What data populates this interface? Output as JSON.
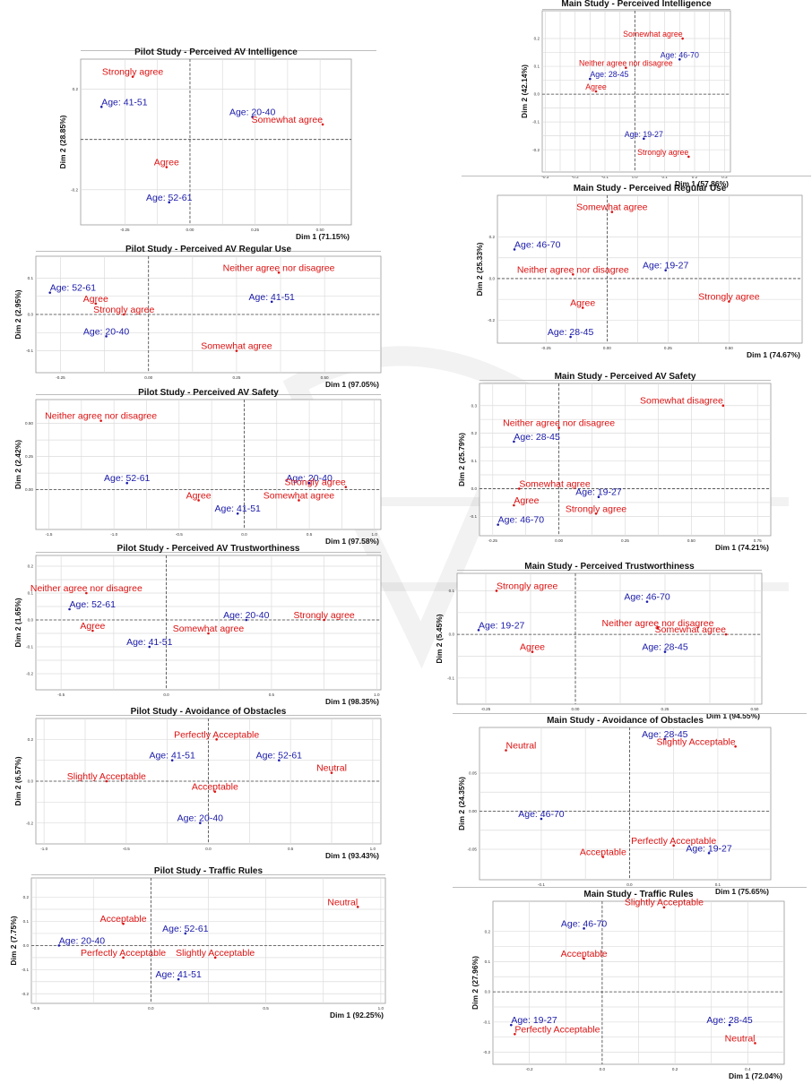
{
  "colors": {
    "row": "#1a1aaa",
    "col": "#dd1111",
    "grid": "#dcdcdc",
    "frame": "#9a9a9a",
    "tick": "#333333"
  },
  "chart_data": [
    {
      "id": "pilot-intelligence",
      "type": "scatter",
      "title": "Pilot Study - Perceived AV Intelligence",
      "xlabel": "Dim 1 (71.15%)",
      "ylabel": "Dim 2 (28.85%)",
      "xlim": [
        -0.42,
        0.62
      ],
      "ylim": [
        -0.34,
        0.32
      ],
      "xticks": [
        -0.25,
        0.0,
        0.25,
        0.5
      ],
      "xticklabels": [
        "-0.25",
        "0.00",
        "0.25",
        "0.50"
      ],
      "yticks": [
        -0.2,
        0.2
      ],
      "yticklabels": [
        "-0.2",
        "0.2"
      ],
      "grid": true,
      "row_points": [
        {
          "label": "Age: 41-51",
          "x": -0.34,
          "y": 0.13
        },
        {
          "label": "Age: 20-40",
          "x": 0.24,
          "y": 0.09
        },
        {
          "label": "Age: 52-61",
          "x": -0.08,
          "y": -0.25
        }
      ],
      "column_points": [
        {
          "label": "Strongly agree",
          "x": -0.22,
          "y": 0.25
        },
        {
          "label": "Somewhat agree",
          "x": 0.51,
          "y": 0.06
        },
        {
          "label": "Agree",
          "x": -0.09,
          "y": -0.11
        }
      ]
    },
    {
      "id": "pilot-regular-use",
      "type": "scatter",
      "title": "Pilot Study - Perceived AV Regular Use",
      "xlabel": "Dim 1 (97.05%)",
      "ylabel": "Dim 2 (2.95%)",
      "xlim": [
        -0.32,
        0.66
      ],
      "ylim": [
        -0.16,
        0.16
      ],
      "xticks": [
        -0.25,
        0.0,
        0.25,
        0.5
      ],
      "xticklabels": [
        "-0.25",
        "0.00",
        "0.25",
        "0.50"
      ],
      "yticks": [
        -0.1,
        0.0,
        0.1
      ],
      "yticklabels": [
        "-0.1",
        "0.0",
        "0.1"
      ],
      "grid": true,
      "row_points": [
        {
          "label": "Age: 52-61",
          "x": -0.28,
          "y": 0.06
        },
        {
          "label": "Age: 20-40",
          "x": -0.12,
          "y": -0.06
        },
        {
          "label": "Age: 41-51",
          "x": 0.35,
          "y": 0.035
        }
      ],
      "column_points": [
        {
          "label": "Agree",
          "x": -0.15,
          "y": 0.03
        },
        {
          "label": "Strongly agree",
          "x": -0.07,
          "y": 0.0
        },
        {
          "label": "Neither agree nor disagree",
          "x": 0.37,
          "y": 0.115
        },
        {
          "label": "Somewhat agree",
          "x": 0.25,
          "y": -0.1
        }
      ]
    },
    {
      "id": "pilot-safety",
      "type": "scatter",
      "title": "Pilot Study - Perceived AV Safety",
      "xlabel": "Dim 1 (97.58%)",
      "ylabel": "Dim 2 (2.42%)",
      "xlim": [
        -1.6,
        1.05
      ],
      "ylim": [
        -0.3,
        0.68
      ],
      "xticks": [
        -1.5,
        -1.0,
        -0.5,
        0.0,
        0.5,
        1.0
      ],
      "xticklabels": [
        "-1.5",
        "-1.0",
        "-0.5",
        "0.0",
        "0.5",
        "1.0"
      ],
      "yticks": [
        0.0,
        0.25,
        0.5
      ],
      "yticklabels": [
        "0.00",
        "0.25",
        "0.50"
      ],
      "grid": true,
      "row_points": [
        {
          "label": "Age: 52-61",
          "x": -0.9,
          "y": 0.05
        },
        {
          "label": "Age: 20-40",
          "x": 0.5,
          "y": 0.05
        },
        {
          "label": "Age: 41-51",
          "x": -0.05,
          "y": -0.18
        }
      ],
      "column_points": [
        {
          "label": "Neither agree nor disagree",
          "x": -1.1,
          "y": 0.52
        },
        {
          "label": "Strongly agree",
          "x": 0.78,
          "y": 0.02
        },
        {
          "label": "Agree",
          "x": -0.35,
          "y": -0.08
        },
        {
          "label": "Somewhat agree",
          "x": 0.42,
          "y": -0.08
        }
      ]
    },
    {
      "id": "pilot-trustworthiness",
      "type": "scatter",
      "title": "Pilot Study - Perceived AV Trustworthiness",
      "xlabel": "Dim 1 (98.35%)",
      "ylabel": "Dim 2 (1.65%)",
      "xlim": [
        -0.62,
        1.02
      ],
      "ylim": [
        -0.26,
        0.24
      ],
      "xticks": [
        -0.5,
        0.0,
        0.5,
        1.0
      ],
      "xticklabels": [
        "-0.5",
        "0.0",
        "0.5",
        "1.0"
      ],
      "yticks": [
        -0.2,
        -0.1,
        0.0,
        0.1,
        0.2
      ],
      "yticklabels": [
        "-0.2",
        "-0.1",
        "0.0",
        "0.1",
        "0.2"
      ],
      "grid": true,
      "row_points": [
        {
          "label": "Age: 52-61",
          "x": -0.46,
          "y": 0.04
        },
        {
          "label": "Age: 41-51",
          "x": -0.08,
          "y": -0.1
        },
        {
          "label": "Age: 20-40",
          "x": 0.38,
          "y": 0.0
        }
      ],
      "column_points": [
        {
          "label": "Neither agree nor disagree",
          "x": -0.38,
          "y": 0.1
        },
        {
          "label": "Agree",
          "x": -0.35,
          "y": -0.04
        },
        {
          "label": "Somewhat agree",
          "x": 0.2,
          "y": -0.05
        },
        {
          "label": "Strongly agree",
          "x": 0.75,
          "y": 0.0
        }
      ]
    },
    {
      "id": "pilot-obstacles",
      "type": "scatter",
      "title": "Pilot Study - Avoidance of Obstacles",
      "xlabel": "Dim 1 (93.43%)",
      "ylabel": "Dim 2 (6.57%)",
      "xlim": [
        -1.05,
        1.05
      ],
      "ylim": [
        -0.3,
        0.3
      ],
      "xticks": [
        -1.0,
        -0.5,
        0.0,
        0.5,
        1.0
      ],
      "xticklabels": [
        "-1.0",
        "-0.5",
        "0.0",
        "0.5",
        "1.0"
      ],
      "yticks": [
        -0.2,
        0.0,
        0.2
      ],
      "yticklabels": [
        "-0.2",
        "0.0",
        "0.2"
      ],
      "grid": true,
      "row_points": [
        {
          "label": "Age: 41-51",
          "x": -0.22,
          "y": 0.1
        },
        {
          "label": "Age: 52-61",
          "x": 0.43,
          "y": 0.1
        },
        {
          "label": "Age: 20-40",
          "x": -0.05,
          "y": -0.2
        }
      ],
      "column_points": [
        {
          "label": "Perfectly Acceptable",
          "x": 0.05,
          "y": 0.2
        },
        {
          "label": "Slightly Acceptable",
          "x": -0.62,
          "y": 0.0
        },
        {
          "label": "Acceptable",
          "x": 0.04,
          "y": -0.05
        },
        {
          "label": "Neutral",
          "x": 0.75,
          "y": 0.04
        }
      ]
    },
    {
      "id": "pilot-traffic-rules",
      "type": "scatter",
      "title": "Pilot Study - Traffic Rules",
      "xlabel": "Dim 1 (92.25%)",
      "ylabel": "Dim 2 (7.75%)",
      "xlim": [
        -0.52,
        1.02
      ],
      "ylim": [
        -0.24,
        0.28
      ],
      "xticks": [
        -0.5,
        0.0,
        0.5,
        1.0
      ],
      "xticklabels": [
        "-0.5",
        "0.0",
        "0.5",
        "1.0"
      ],
      "yticks": [
        -0.2,
        -0.1,
        0.0,
        0.1,
        0.2
      ],
      "yticklabels": [
        "-0.2",
        "-0.1",
        "0.0",
        "0.1",
        "0.2"
      ],
      "grid": true,
      "row_points": [
        {
          "label": "Age: 20-40",
          "x": -0.4,
          "y": 0.0
        },
        {
          "label": "Age: 52-61",
          "x": 0.15,
          "y": 0.05
        },
        {
          "label": "Age: 41-51",
          "x": 0.12,
          "y": -0.14
        }
      ],
      "column_points": [
        {
          "label": "Acceptable",
          "x": -0.12,
          "y": 0.09
        },
        {
          "label": "Perfectly Acceptable",
          "x": -0.12,
          "y": -0.05
        },
        {
          "label": "Slightly Acceptable",
          "x": 0.28,
          "y": -0.05
        },
        {
          "label": "Neutral",
          "x": 0.9,
          "y": 0.16
        }
      ]
    },
    {
      "id": "main-intelligence",
      "type": "scatter",
      "title": "Main Study - Perceived Intelligence",
      "xlabel": "Dim 1 (57.86%)",
      "ylabel": "Dim 2 (42.14%)",
      "xlim": [
        -0.31,
        0.32
      ],
      "ylim": [
        -0.28,
        0.3
      ],
      "xticks": [
        -0.3,
        -0.2,
        -0.1,
        0.0,
        0.1,
        0.2,
        0.3
      ],
      "xticklabels": [
        "-0.3",
        "-0.2",
        "-0.1",
        "0.0",
        "0.1",
        "0.2",
        "0.3"
      ],
      "yticks": [
        -0.2,
        -0.1,
        0.0,
        0.1,
        0.2
      ],
      "yticklabels": [
        "-0.2",
        "-0.1",
        "0.0",
        "0.1",
        "0.2"
      ],
      "grid": true,
      "row_points": [
        {
          "label": "Age: 46-70",
          "x": 0.15,
          "y": 0.125
        },
        {
          "label": "Age: 28-45",
          "x": -0.15,
          "y": 0.055
        },
        {
          "label": "Age: 19-27",
          "x": 0.03,
          "y": -0.16
        }
      ],
      "column_points": [
        {
          "label": "Somewhat agree",
          "x": 0.16,
          "y": 0.2
        },
        {
          "label": "Neither agree nor disagree",
          "x": -0.03,
          "y": 0.095
        },
        {
          "label": "Agree",
          "x": -0.13,
          "y": 0.01
        },
        {
          "label": "Strongly agree",
          "x": 0.18,
          "y": -0.225
        }
      ]
    },
    {
      "id": "main-regular-use",
      "type": "scatter",
      "title": "Main Study - Perceived Regular Use",
      "xlabel": "Dim 1 (74.67%)",
      "ylabel": "Dim 2 (25.33%)",
      "xlim": [
        -0.45,
        0.8
      ],
      "ylim": [
        -0.31,
        0.4
      ],
      "xticks": [
        -0.25,
        0.0,
        0.25,
        0.5
      ],
      "xticklabels": [
        "-0.25",
        "0.00",
        "0.25",
        "0.50"
      ],
      "yticks": [
        -0.2,
        0.0,
        0.2
      ],
      "yticklabels": [
        "-0.2",
        "0.0",
        "0.2"
      ],
      "grid": true,
      "row_points": [
        {
          "label": "Age: 46-70",
          "x": -0.38,
          "y": 0.14
        },
        {
          "label": "Age: 19-27",
          "x": 0.24,
          "y": 0.04
        },
        {
          "label": "Age: 28-45",
          "x": -0.15,
          "y": -0.28
        }
      ],
      "column_points": [
        {
          "label": "Somewhat agree",
          "x": 0.02,
          "y": 0.32
        },
        {
          "label": "Neither agree nor disagree",
          "x": -0.14,
          "y": 0.02
        },
        {
          "label": "Agree",
          "x": -0.1,
          "y": -0.14
        },
        {
          "label": "Strongly agree",
          "x": 0.5,
          "y": -0.11
        }
      ]
    },
    {
      "id": "main-safety",
      "type": "scatter",
      "title": "Main Study - Perceived AV Safety",
      "xlabel": "Dim 1 (74.21%)",
      "ylabel": "Dim 2 (25.79%)",
      "xlim": [
        -0.3,
        0.8
      ],
      "ylim": [
        -0.17,
        0.38
      ],
      "xticks": [
        -0.25,
        0.0,
        0.25,
        0.5,
        0.75
      ],
      "xticklabels": [
        "-0.25",
        "0.00",
        "0.25",
        "0.50",
        "0.75"
      ],
      "yticks": [
        -0.1,
        0.0,
        0.1,
        0.2,
        0.3
      ],
      "yticklabels": [
        "-0.1",
        "0.0",
        "0.1",
        "0.2",
        "0.3"
      ],
      "grid": true,
      "row_points": [
        {
          "label": "Age: 28-45",
          "x": -0.17,
          "y": 0.17
        },
        {
          "label": "Age: 19-27",
          "x": 0.15,
          "y": -0.03
        },
        {
          "label": "Age: 46-70",
          "x": -0.23,
          "y": -0.13
        }
      ],
      "column_points": [
        {
          "label": "Somewhat disagree",
          "x": 0.62,
          "y": 0.3
        },
        {
          "label": "Neither agree nor disagree",
          "x": 0.0,
          "y": 0.22
        },
        {
          "label": "Somewhat agree",
          "x": -0.15,
          "y": 0.0
        },
        {
          "label": "Agree",
          "x": -0.17,
          "y": -0.06
        },
        {
          "label": "Strongly agree",
          "x": 0.14,
          "y": -0.09
        }
      ]
    },
    {
      "id": "main-trustworthiness",
      "type": "scatter",
      "title": "Main Study - Perceived Trustworthiness",
      "xlabel": "Dim 1 (94.55%)",
      "ylabel": "Dim 2 (5.45%)",
      "xlim": [
        -0.33,
        0.52
      ],
      "ylim": [
        -0.16,
        0.14
      ],
      "xticks": [
        -0.25,
        0.0,
        0.25,
        0.5
      ],
      "xticklabels": [
        "-0.25",
        "0.00",
        "0.25",
        "0.50"
      ],
      "yticks": [
        -0.1,
        0.0,
        0.1
      ],
      "yticklabels": [
        "-0.1",
        "0.0",
        "0.1"
      ],
      "grid": true,
      "row_points": [
        {
          "label": "Age: 19-27",
          "x": -0.27,
          "y": 0.01
        },
        {
          "label": "Age: 46-70",
          "x": 0.2,
          "y": 0.075
        },
        {
          "label": "Age: 28-45",
          "x": 0.25,
          "y": -0.04
        }
      ],
      "column_points": [
        {
          "label": "Strongly agree",
          "x": -0.22,
          "y": 0.1
        },
        {
          "label": "Agree",
          "x": -0.12,
          "y": -0.04
        },
        {
          "label": "Neither agree nor disagree",
          "x": 0.23,
          "y": 0.015
        },
        {
          "label": "Somewhat agree",
          "x": 0.42,
          "y": 0.0
        }
      ]
    },
    {
      "id": "main-obstacles",
      "type": "scatter",
      "title": "Main Study - Avoidance of Obstacles",
      "xlabel": "Dim 1 (75.65%)",
      "ylabel": "Dim 2 (24.35%)",
      "xlim": [
        -0.17,
        0.16
      ],
      "ylim": [
        -0.09,
        0.11
      ],
      "xticks": [
        -0.1,
        0.0,
        0.1
      ],
      "xticklabels": [
        "-0.1",
        "0.0",
        "0.1"
      ],
      "yticks": [
        -0.05,
        0.0,
        0.05
      ],
      "yticklabels": [
        "-0.05",
        "0.00",
        "0.05"
      ],
      "grid": true,
      "row_points": [
        {
          "label": "Age: 28-45",
          "x": 0.04,
          "y": 0.095
        },
        {
          "label": "Age: 46-70",
          "x": -0.1,
          "y": -0.01
        },
        {
          "label": "Age: 19-27",
          "x": 0.09,
          "y": -0.055
        }
      ],
      "column_points": [
        {
          "label": "Neutral",
          "x": -0.14,
          "y": 0.08
        },
        {
          "label": "Slightly Acceptable",
          "x": 0.12,
          "y": 0.085
        },
        {
          "label": "Perfectly Acceptable",
          "x": 0.05,
          "y": -0.045
        },
        {
          "label": "Acceptable",
          "x": -0.03,
          "y": -0.06
        }
      ]
    },
    {
      "id": "main-traffic-rules",
      "type": "scatter",
      "title": "Main Study - Traffic Rules",
      "xlabel": "Dim 1 (72.04%)",
      "ylabel": "Dim 2 (27.96%)",
      "xlim": [
        -0.3,
        0.5
      ],
      "ylim": [
        -0.24,
        0.3
      ],
      "xticks": [
        -0.2,
        0.0,
        0.2,
        0.4
      ],
      "xticklabels": [
        "-0.2",
        "0.0",
        "0.2",
        "0.4"
      ],
      "yticks": [
        -0.2,
        -0.1,
        0.0,
        0.1,
        0.2
      ],
      "yticklabels": [
        "-0.2",
        "-0.1",
        "0.0",
        "0.1",
        "0.2"
      ],
      "grid": true,
      "row_points": [
        {
          "label": "Age: 46-70",
          "x": -0.05,
          "y": 0.21
        },
        {
          "label": "Age: 19-27",
          "x": -0.25,
          "y": -0.11
        },
        {
          "label": "Age: 28-45",
          "x": 0.35,
          "y": -0.11
        }
      ],
      "column_points": [
        {
          "label": "Slightly Acceptable",
          "x": 0.17,
          "y": 0.28
        },
        {
          "label": "Acceptable",
          "x": -0.05,
          "y": 0.11
        },
        {
          "label": "Perfectly Acceptable",
          "x": -0.24,
          "y": -0.14
        },
        {
          "label": "Neutral",
          "x": 0.42,
          "y": -0.17
        }
      ]
    }
  ]
}
